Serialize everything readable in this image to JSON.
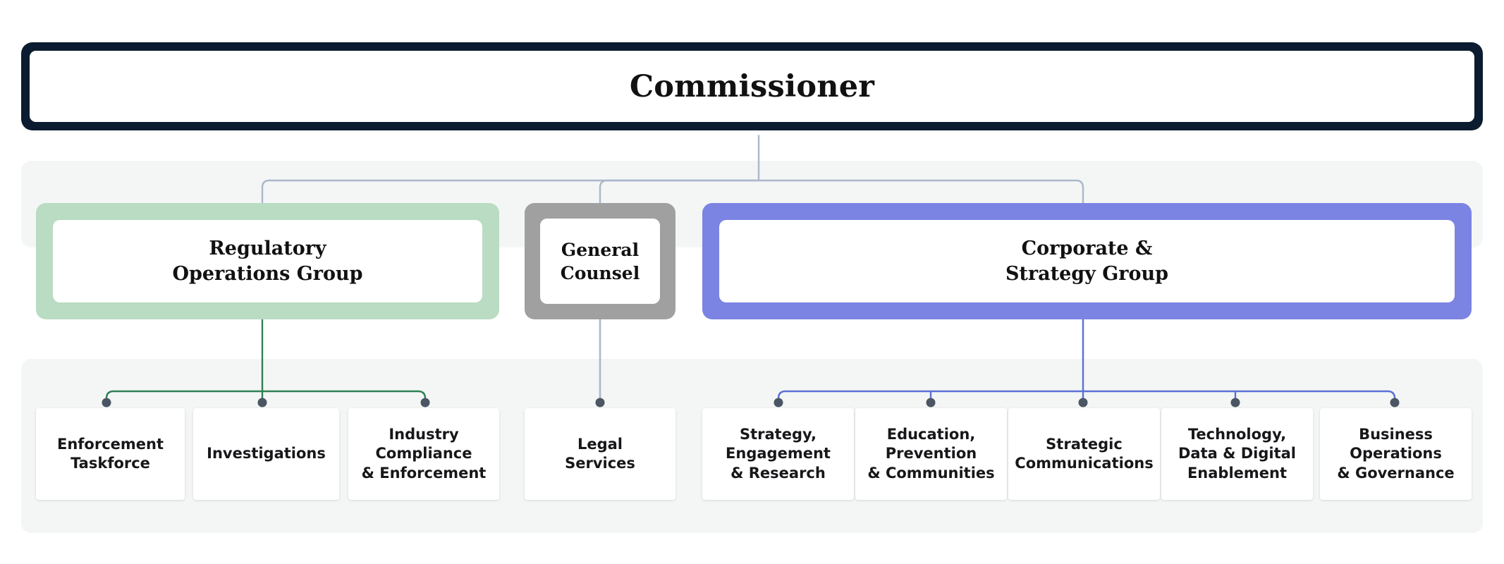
{
  "diagram": {
    "type": "organizational-chart",
    "title": "Commissioner organisational structure",
    "colors": {
      "root_band": "#0b1c30",
      "regulatory_group": "#b9dcc2",
      "general_counsel_group": "#a0a0a0",
      "corporate_group": "#7b83e3",
      "tier_panel": "#f4f6f5",
      "node_fill": "#ffffff",
      "connector_top": "#aab8cc",
      "connector_green": "#2f8055",
      "connector_purple": "#5b6fd6",
      "connector_gray": "#aab8cc",
      "dot_dark": "#121d2e",
      "dot_slate": "#4b5563",
      "text": "#111111"
    }
  },
  "root": {
    "label": "Commissioner"
  },
  "groups": [
    {
      "id": "regulatory",
      "label": "Regulatory\nOperations Group",
      "line1": "Regulatory",
      "line2": "Operations Group",
      "color": "#b9dcc2"
    },
    {
      "id": "general-counsel",
      "label": "General\nCounsel",
      "line1": "General",
      "line2": "Counsel",
      "color": "#a0a0a0"
    },
    {
      "id": "corporate",
      "label": "Corporate &\nStrategy Group",
      "line1": "Corporate &",
      "line2": "Strategy Group",
      "color": "#7b83e3"
    }
  ],
  "units": [
    {
      "id": "enforcement-taskforce",
      "parent": "regulatory",
      "lines": [
        "Enforcement",
        "Taskforce"
      ]
    },
    {
      "id": "investigations",
      "parent": "regulatory",
      "lines": [
        "Investigations"
      ]
    },
    {
      "id": "industry-compliance-enforcement",
      "parent": "regulatory",
      "lines": [
        "Industry",
        "Compliance",
        "& Enforcement"
      ]
    },
    {
      "id": "legal-services",
      "parent": "general-counsel",
      "lines": [
        "Legal",
        "Services"
      ]
    },
    {
      "id": "strategy-engagement-research",
      "parent": "corporate",
      "lines": [
        "Strategy,",
        "Engagement",
        "& Research"
      ]
    },
    {
      "id": "education-prevention-communities",
      "parent": "corporate",
      "lines": [
        "Education,",
        "Prevention",
        "& Communities"
      ]
    },
    {
      "id": "strategic-communications",
      "parent": "corporate",
      "lines": [
        "Strategic",
        "Communications"
      ]
    },
    {
      "id": "technology-data-digital-enablement",
      "parent": "corporate",
      "lines": [
        "Technology,",
        "Data & Digital",
        "Enablement"
      ]
    },
    {
      "id": "business-operations-governance",
      "parent": "corporate",
      "lines": [
        "Business",
        "Operations",
        "& Governance"
      ]
    }
  ]
}
